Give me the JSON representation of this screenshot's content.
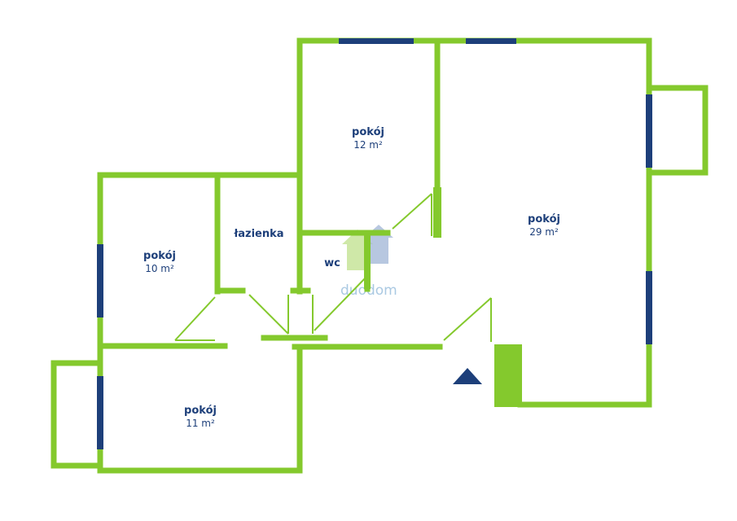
{
  "colors": {
    "wall": "#84c92d",
    "window": "#1d3f7a",
    "label": "#1d3f7a",
    "door_arc": "#84c92d",
    "logo_green": "#c7e59a",
    "logo_blue": "#8fa8cf"
  },
  "rooms": [
    {
      "id": "room-12",
      "label": "pokój",
      "area": "12 m²"
    },
    {
      "id": "room-29",
      "label": "pokój",
      "area": "29 m²"
    },
    {
      "id": "room-10",
      "label": "pokój",
      "area": "10 m²"
    },
    {
      "id": "bathroom",
      "label": "łazienka",
      "area": ""
    },
    {
      "id": "wc",
      "label": "wc",
      "area": ""
    },
    {
      "id": "room-11",
      "label": "pokój",
      "area": "11 m²"
    }
  ],
  "watermark": {
    "text": "duodom",
    "icon": "house-arrow-logo"
  },
  "entrance_marker": {
    "icon": "entrance-triangle-icon"
  }
}
